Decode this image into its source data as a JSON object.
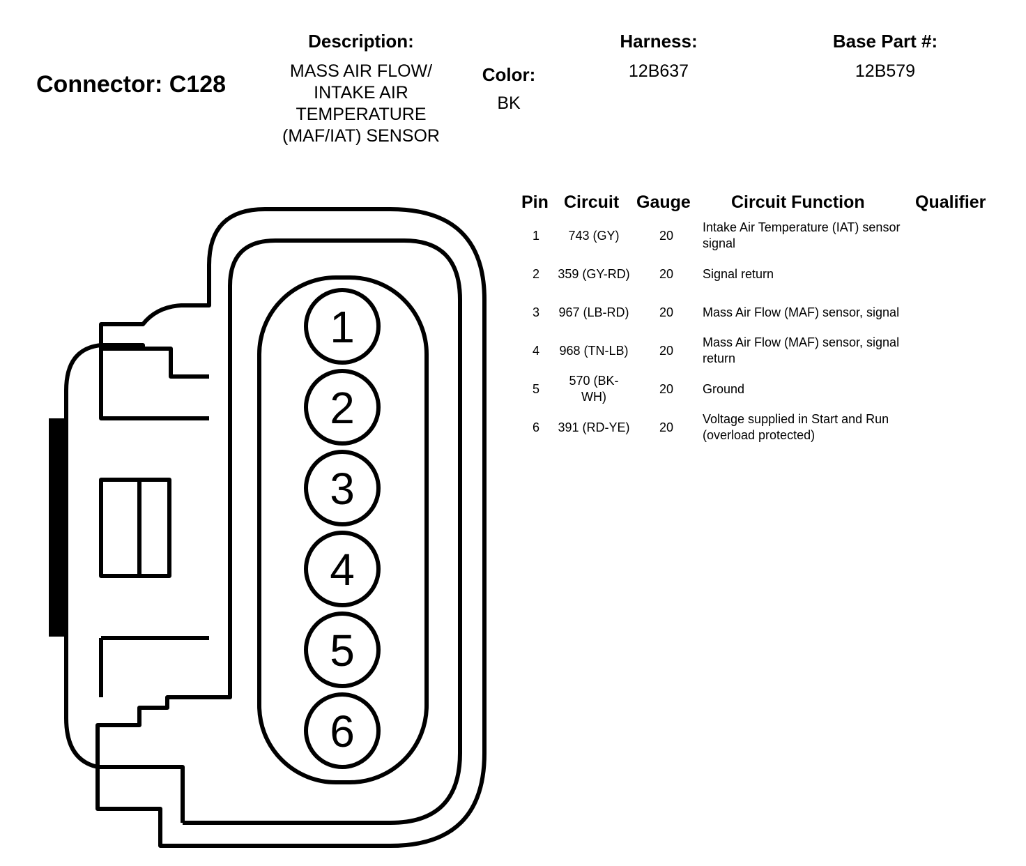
{
  "connector": {
    "title": "Connector: C128",
    "description_label": "Description:",
    "description_lines": [
      "MASS AIR FLOW/",
      "INTAKE AIR",
      "TEMPERATURE",
      "(MAF/IAT) SENSOR"
    ],
    "color_label": "Color:",
    "color_value": "BK",
    "harness_label": "Harness:",
    "harness_value": "12B637",
    "base_part_label": "Base Part #:",
    "base_part_value": "12B579"
  },
  "table": {
    "headers": {
      "pin": "Pin",
      "circuit": "Circuit",
      "gauge": "Gauge",
      "function": "Circuit Function",
      "qualifier": "Qualifier"
    },
    "rows": [
      {
        "pin": "1",
        "circuit": "743 (GY)",
        "gauge": "20",
        "function": "Intake Air Temperature (IAT) sensor signal",
        "qualifier": ""
      },
      {
        "pin": "2",
        "circuit": "359 (GY-RD)",
        "gauge": "20",
        "function": "Signal return",
        "qualifier": ""
      },
      {
        "pin": "3",
        "circuit": "967 (LB-RD)",
        "gauge": "20",
        "function": "Mass Air Flow (MAF) sensor, signal",
        "qualifier": ""
      },
      {
        "pin": "4",
        "circuit": "968 (TN-LB)",
        "gauge": "20",
        "function": "Mass Air Flow (MAF) sensor, signal return",
        "qualifier": ""
      },
      {
        "pin": "5",
        "circuit": "570 (BK-WH)",
        "gauge": "20",
        "function": "Ground",
        "qualifier": ""
      },
      {
        "pin": "6",
        "circuit": "391 (RD-YE)",
        "gauge": "20",
        "function": "Voltage supplied in Start and Run (overload protected)",
        "qualifier": ""
      }
    ]
  },
  "diagram": {
    "pin_labels": [
      "1",
      "2",
      "3",
      "4",
      "5",
      "6"
    ]
  }
}
